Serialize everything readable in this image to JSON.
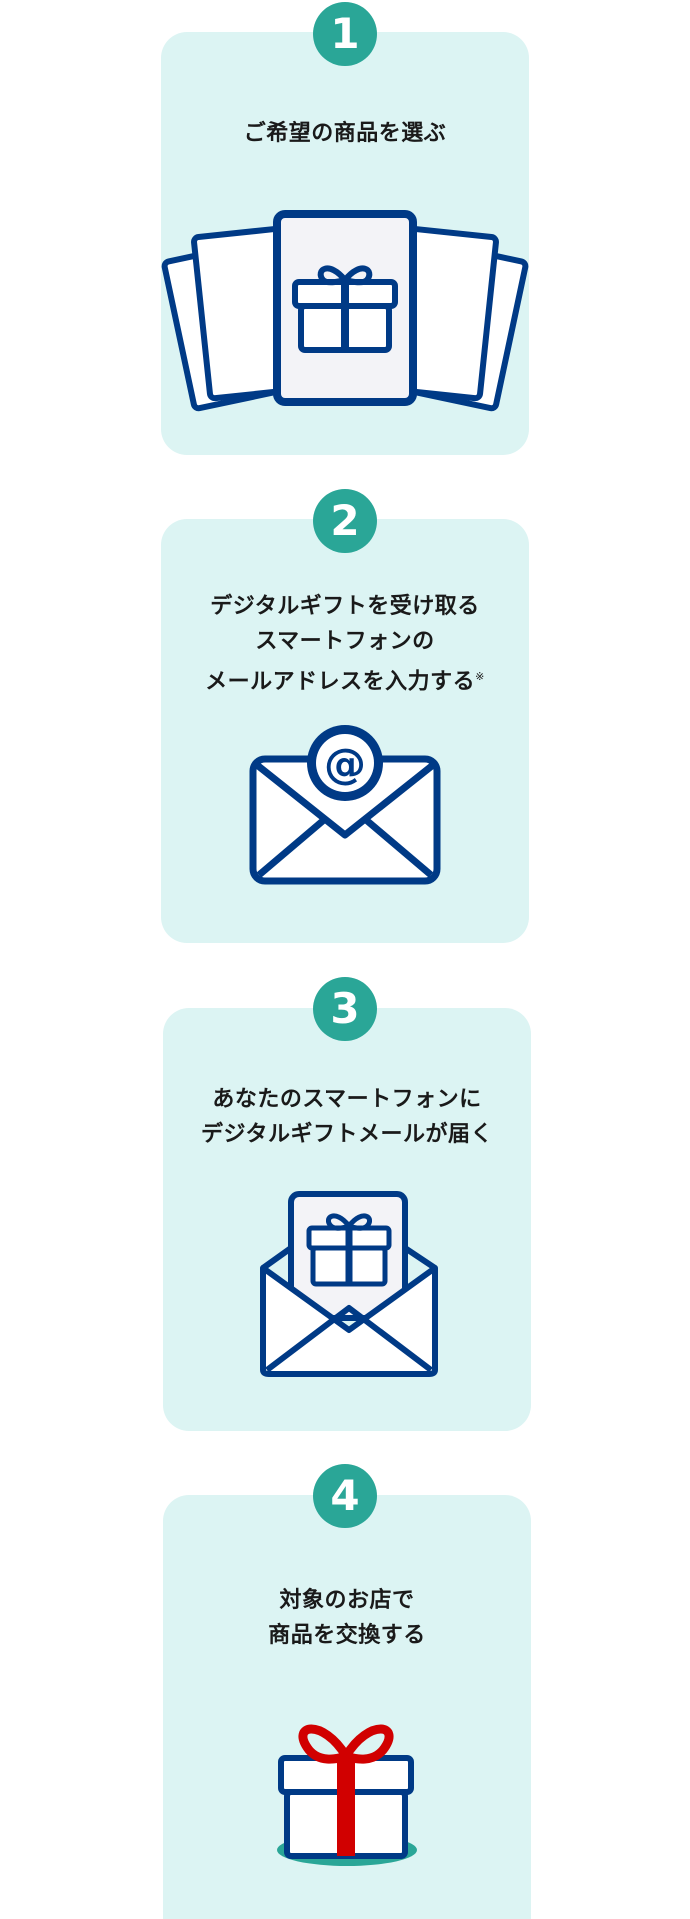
{
  "steps": [
    {
      "number": "1",
      "lines": [
        "ご希望の商品を選ぶ"
      ]
    },
    {
      "number": "2",
      "lines": [
        "デジタルギフトを受け取る",
        "スマートフォンの",
        "メールアドレスを入力する"
      ],
      "note_mark": "※"
    },
    {
      "number": "3",
      "lines": [
        "あなたのスマートフォンに",
        "デジタルギフトメールが届く"
      ]
    },
    {
      "number": "4",
      "lines": [
        "対象のお店で",
        "商品を交換する"
      ]
    }
  ],
  "colors": {
    "card_bg": "#dcf4f3",
    "badge": "#2aa697",
    "navy": "#003a86",
    "ribbon_red": "#d10000",
    "gift_base_green": "#2aa697"
  }
}
